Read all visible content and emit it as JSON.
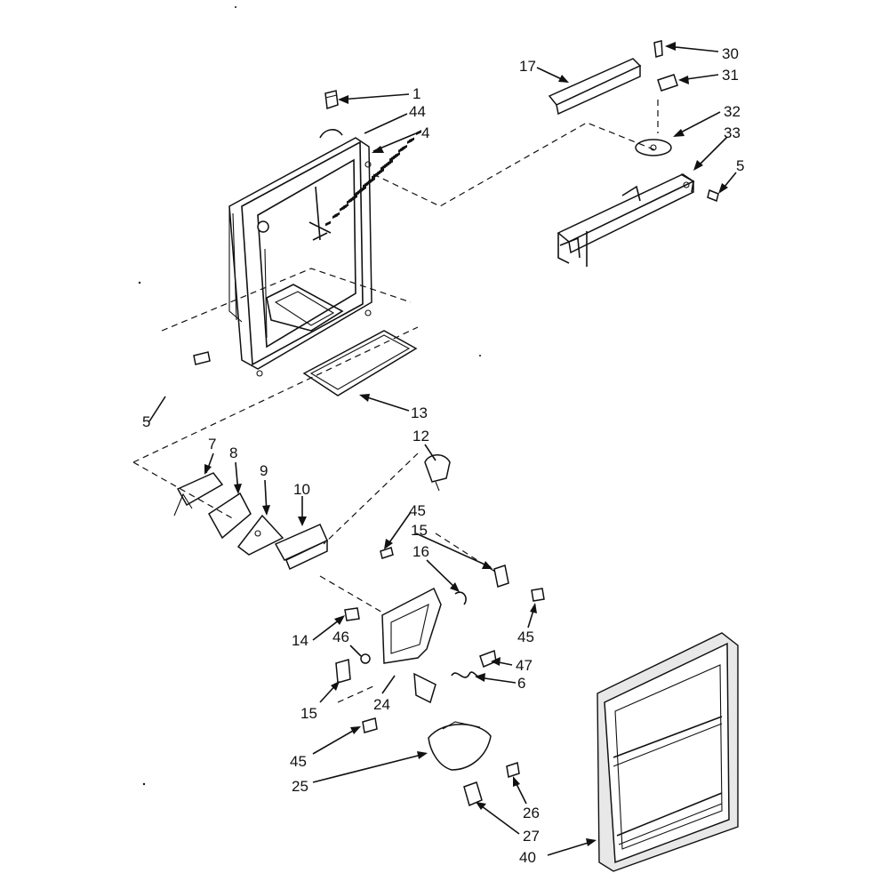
{
  "diagram": {
    "callouts": [
      {
        "id": "c1",
        "text": "1"
      },
      {
        "id": "c44",
        "text": "44"
      },
      {
        "id": "c4",
        "text": "4"
      },
      {
        "id": "c17",
        "text": "17"
      },
      {
        "id": "c30",
        "text": "30"
      },
      {
        "id": "c31",
        "text": "31"
      },
      {
        "id": "c32",
        "text": "32"
      },
      {
        "id": "c33",
        "text": "33"
      },
      {
        "id": "c5a",
        "text": "5"
      },
      {
        "id": "c5b",
        "text": "5"
      },
      {
        "id": "c13",
        "text": "13"
      },
      {
        "id": "c12",
        "text": "12"
      },
      {
        "id": "c7",
        "text": "7"
      },
      {
        "id": "c8",
        "text": "8"
      },
      {
        "id": "c9",
        "text": "9"
      },
      {
        "id": "c10",
        "text": "10"
      },
      {
        "id": "c45a",
        "text": "45"
      },
      {
        "id": "c15a",
        "text": "15"
      },
      {
        "id": "c16",
        "text": "16"
      },
      {
        "id": "c45b",
        "text": "45"
      },
      {
        "id": "c14",
        "text": "14"
      },
      {
        "id": "c46",
        "text": "46"
      },
      {
        "id": "c47",
        "text": "47"
      },
      {
        "id": "c6",
        "text": "6"
      },
      {
        "id": "c15b",
        "text": "15"
      },
      {
        "id": "c24",
        "text": "24"
      },
      {
        "id": "c45c",
        "text": "45"
      },
      {
        "id": "c25",
        "text": "25"
      },
      {
        "id": "c26",
        "text": "26"
      },
      {
        "id": "c27",
        "text": "27"
      },
      {
        "id": "c40",
        "text": "40"
      }
    ]
  }
}
